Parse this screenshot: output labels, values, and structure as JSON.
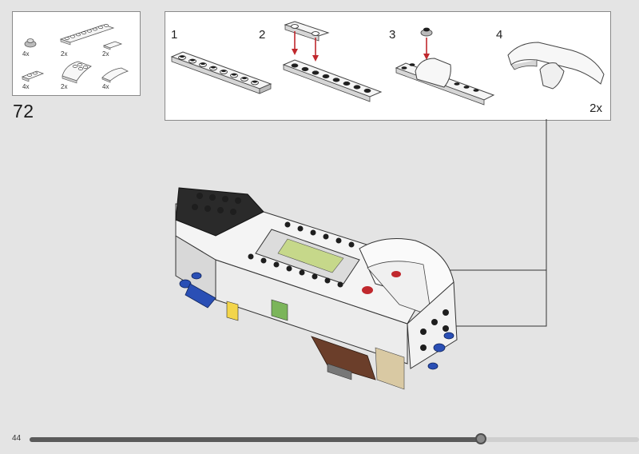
{
  "page": {
    "number": "44",
    "step": "72",
    "progress": 0.74
  },
  "parts_list": {
    "items": [
      {
        "name": "round-plate-icon",
        "qty": "4x"
      },
      {
        "name": "plate-1x8-icon",
        "qty": "2x"
      },
      {
        "name": "tile-1x2-icon",
        "qty": "2x"
      },
      {
        "name": "plate-1x2-icon",
        "qty": "4x"
      },
      {
        "name": "curved-slope-icon",
        "qty": "2x"
      },
      {
        "name": "curved-slope-small-icon",
        "qty": "4x"
      }
    ]
  },
  "sub_assembly": {
    "steps": [
      "1",
      "2",
      "3",
      "4"
    ],
    "multiplier": "2x"
  },
  "colors": {
    "accent_red": "#c0282d",
    "callout_line": "#333333",
    "model_white": "#f4f4f4",
    "model_black": "#1e1e1e"
  }
}
